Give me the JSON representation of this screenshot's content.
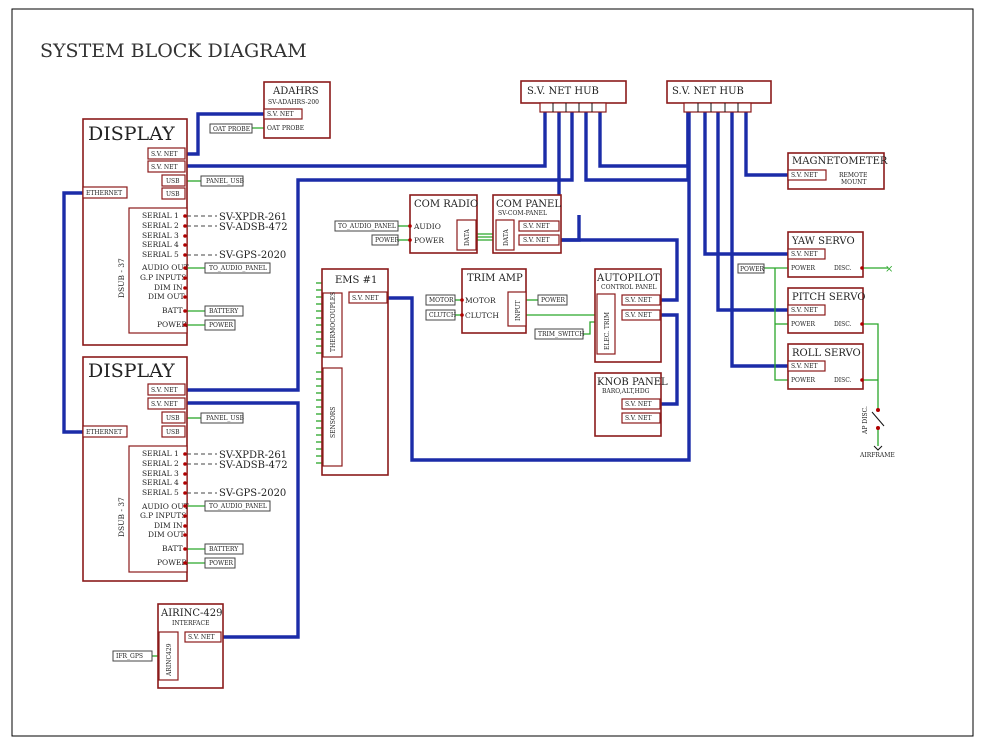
{
  "title": "SYSTEM BLOCK DIAGRAM",
  "display1": {
    "name": "DISPLAY",
    "ports": [
      "S.V. NET",
      "S.V. NET",
      "USB",
      "USB"
    ],
    "ethernet": "ETHERNET",
    "dsub": "DSUB - 37",
    "serial": [
      "SERIAL 1",
      "SERIAL 2",
      "SERIAL 3",
      "SERIAL 4",
      "SERIAL 5"
    ],
    "serial_devices": [
      "SV-XPDR-261",
      "SV-ADSB-472",
      "SV-GPS-2020"
    ],
    "io": [
      "AUDIO OUT",
      "G.P INPUTS",
      "DIM IN",
      "DIM OUT",
      "BATT",
      "POWER"
    ],
    "tags": [
      "PANEL_USB",
      "TO_AUDIO_PANEL",
      "BATTERY",
      "POWER"
    ]
  },
  "display2": {
    "name": "DISPLAY",
    "ports": [
      "S.V. NET",
      "S.V. NET",
      "USB",
      "USB"
    ],
    "ethernet": "ETHERNET",
    "dsub": "DSUB - 37",
    "serial": [
      "SERIAL 1",
      "SERIAL 2",
      "SERIAL 3",
      "SERIAL 4",
      "SERIAL 5"
    ],
    "serial_devices": [
      "SV-XPDR-261",
      "SV-ADSB-472",
      "SV-GPS-2020"
    ],
    "io": [
      "AUDIO OUT",
      "G.P INPUTS",
      "DIM IN",
      "DIM OUT",
      "BATT",
      "POWER"
    ],
    "tags": [
      "PANEL_USB",
      "TO_AUDIO_PANEL",
      "BATTERY",
      "POWER"
    ]
  },
  "adahrs": {
    "name": "ADAHRS",
    "model": "SV-ADAHRS-200",
    "ports": [
      "S.V. NET",
      "OAT PROBE"
    ],
    "tag": "OAT PROBE"
  },
  "hub1": {
    "name": "S.V. NET HUB"
  },
  "hub2": {
    "name": "S.V. NET HUB"
  },
  "magnetometer": {
    "name": "MAGNETOMETER",
    "port": "S.V. NET",
    "note1": "REMOTE",
    "note2": "MOUNT"
  },
  "com_radio": {
    "name": "COM RADIO",
    "ports": [
      "AUDIO",
      "POWER"
    ],
    "data": "DATA",
    "tags": [
      "TO_AUDIO_PANEL",
      "POWER"
    ]
  },
  "com_panel": {
    "name": "COM PANEL",
    "model": "SV-COM-PANEL",
    "data": "DATA",
    "ports": [
      "S.V. NET",
      "S.V. NET"
    ]
  },
  "ems": {
    "name": "EMS #1",
    "port": "S.V. NET",
    "thermo": "THERMOCOUPLES",
    "sensors": "SENSORS"
  },
  "trim_amp": {
    "name": "TRIM AMP",
    "ports": [
      "MOTOR",
      "CLUTCH"
    ],
    "input": "INPUT",
    "tags": [
      "MOTOR",
      "CLUTCH",
      "POWER"
    ]
  },
  "autopilot": {
    "name": "AUTOPILOT",
    "sub": "CONTROL PANEL",
    "trim": "ELEC. TRIM",
    "ports": [
      "S.V. NET",
      "S.V. NET"
    ],
    "tag": "TRIM_SWITCH"
  },
  "knob_panel": {
    "name": "KNOB PANEL",
    "sub": "BARO,ALT,HDG",
    "ports": [
      "S.V. NET",
      "S.V. NET"
    ]
  },
  "yaw_servo": {
    "name": "YAW SERVO",
    "ports": [
      "S.V. NET",
      "POWER"
    ],
    "disc": "DISC.",
    "tag": "POWER"
  },
  "pitch_servo": {
    "name": "PITCH SERVO",
    "ports": [
      "S.V. NET",
      "POWER"
    ],
    "disc": "DISC."
  },
  "roll_servo": {
    "name": "ROLL SERVO",
    "ports": [
      "S.V. NET",
      "POWER"
    ],
    "disc": "DISC."
  },
  "ap_disc": {
    "label": "AP DISC.",
    "airframe": "AIRFRAME"
  },
  "arinc": {
    "name": "AIRINC-429",
    "sub": "INTERFACE",
    "port": "S.V. NET",
    "inner": "ARINC429",
    "tag": "IFR_GPS"
  }
}
